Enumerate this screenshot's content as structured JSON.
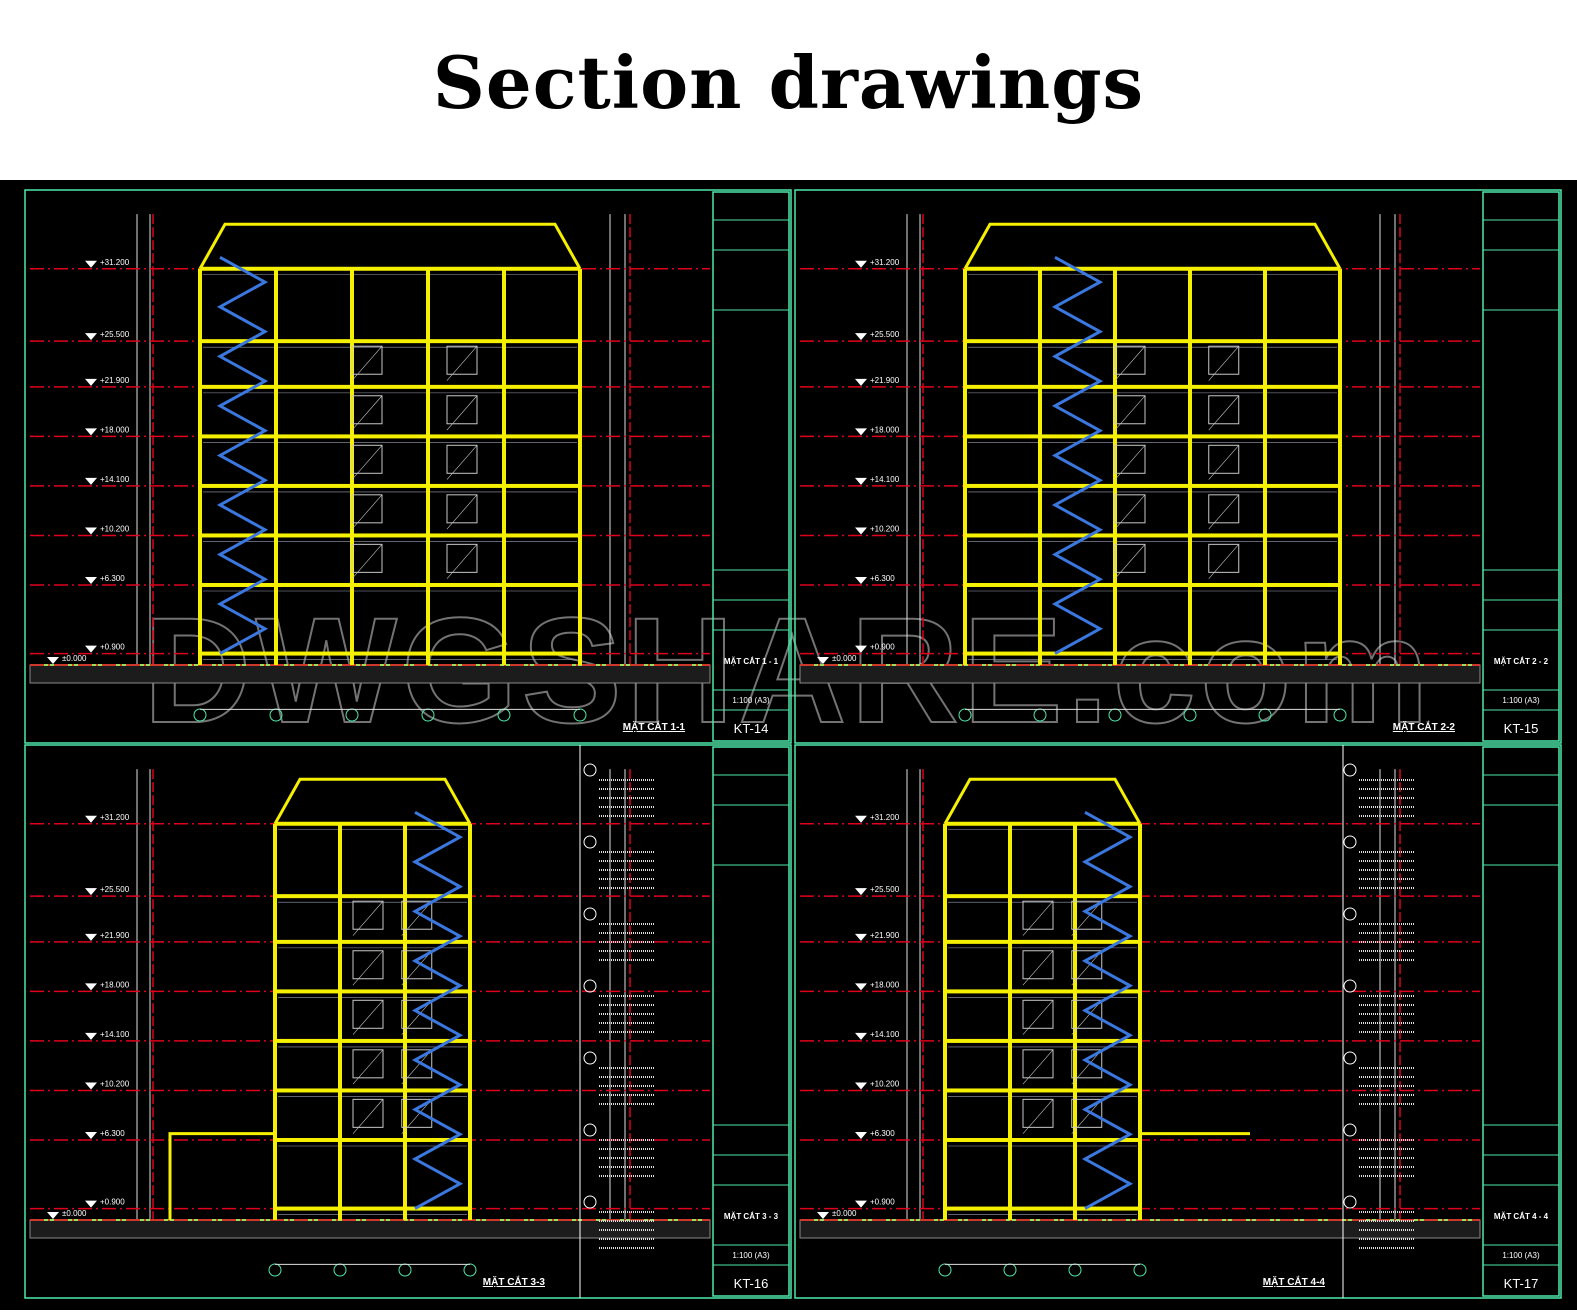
{
  "title": "Section drawings",
  "watermark": "DWGSHARE.com",
  "colors": {
    "background": "#000000",
    "wall": "#f5f000",
    "level_line": "#e0001a",
    "frame": "#4ee8a8",
    "stair": "#3a78e0",
    "dimension": "#e0e0e0",
    "ground": "#8a8a8a"
  },
  "levels": [
    "+31.200",
    "+25.500",
    "+21.900",
    "+18.000",
    "+14.100",
    "+10.200",
    "+6.300",
    "+0.900",
    "±0.000"
  ],
  "level_values": [
    31.2,
    25.5,
    21.9,
    18.0,
    14.1,
    10.2,
    6.3,
    0.9,
    0.0
  ],
  "sheets": [
    {
      "name": "MẶT CẮT 1-1",
      "scale": "1:100 (A3)",
      "code": "KT-14",
      "block_label": "MẶT CẮT 1 - 1"
    },
    {
      "name": "MẶT CẮT 2-2",
      "scale": "1:100 (A3)",
      "code": "KT-15",
      "block_label": "MẶT CẮT 2 - 2"
    },
    {
      "name": "MẶT CẮT 3-3",
      "scale": "1:100 (A3)",
      "code": "KT-16",
      "block_label": "MẶT CẮT 3 - 3"
    },
    {
      "name": "MẶT CẮT 4-4",
      "scale": "1:100 (A3)",
      "code": "KT-17",
      "block_label": "MẶT CẮT 4 - 4"
    }
  ]
}
